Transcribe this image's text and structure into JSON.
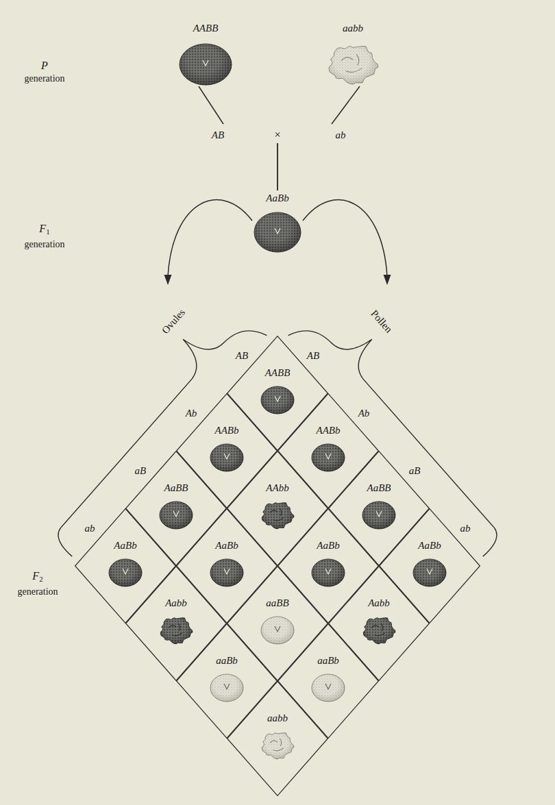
{
  "diagram": {
    "nodes": [
      {
        "text": [
          "AABB"
        ]
      },
      {
        "text": [
          "aabb"
        ]
      },
      {
        "text": [
          "AaBb"
        ]
      },
      {
        "text": [
          "AABB"
        ]
      },
      {
        "text": [
          "AABb"
        ]
      },
      {
        "text": [
          "AABb"
        ]
      },
      {
        "text": [
          "AaBB"
        ]
      },
      {
        "text": [
          "AAbb"
        ]
      },
      {
        "text": [
          "AaBB"
        ]
      },
      {
        "text": [
          "AaBb"
        ]
      },
      {
        "text": [
          "AaBb"
        ]
      },
      {
        "text": [
          "AaBb"
        ]
      },
      {
        "text": [
          "AaBb"
        ]
      },
      {
        "text": [
          "Aabb"
        ]
      },
      {
        "text": [
          "aaBB"
        ]
      },
      {
        "text": [
          "Aabb"
        ]
      },
      {
        "text": [
          "aaBb"
        ]
      },
      {
        "text": [
          "aaBb"
        ]
      },
      {
        "text": [
          "aabb"
        ]
      }
    ],
    "edges": [
      {
        "from": 0,
        "to": 2,
        "arrow": "none"
      },
      {
        "from": 1,
        "to": 2,
        "arrow": "none"
      }
    ],
    "labels": [
      "P generation",
      "AB",
      "×",
      "ab",
      "F1 generation",
      "Ovules",
      "Pollen",
      "AB",
      "Ab",
      "aB",
      "ab",
      "AB",
      "Ab",
      "aB",
      "ab",
      "F2 generation"
    ]
  }
}
